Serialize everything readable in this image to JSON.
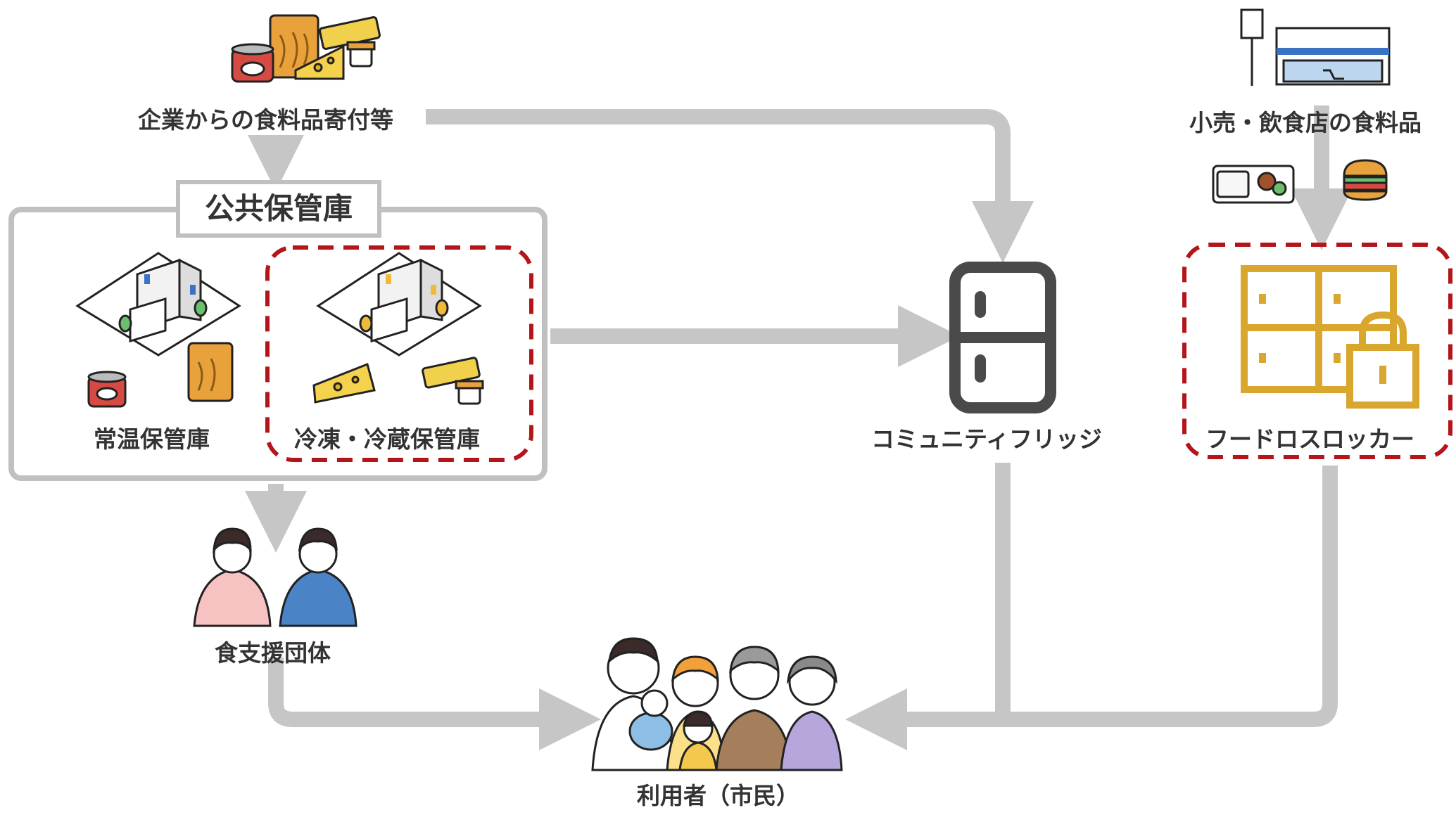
{
  "nodes": {
    "donation": "企業からの食料品寄付等",
    "public_storage": "公共保管庫",
    "ambient_storage": "常温保管庫",
    "frozen_storage": "冷凍・冷蔵保管庫",
    "support_org": "食支援団体",
    "community_fridge": "コミュニティフリッジ",
    "retail": "小売・飲食店の食料品",
    "locker": "フードロスロッカー",
    "users": "利用者（市民）"
  },
  "colors": {
    "arrow": "#c6c6c6",
    "dashed_border": "#b3151b",
    "locker_gold": "#d9a72e",
    "fridge": "#4a4a4a",
    "text": "#333333"
  }
}
